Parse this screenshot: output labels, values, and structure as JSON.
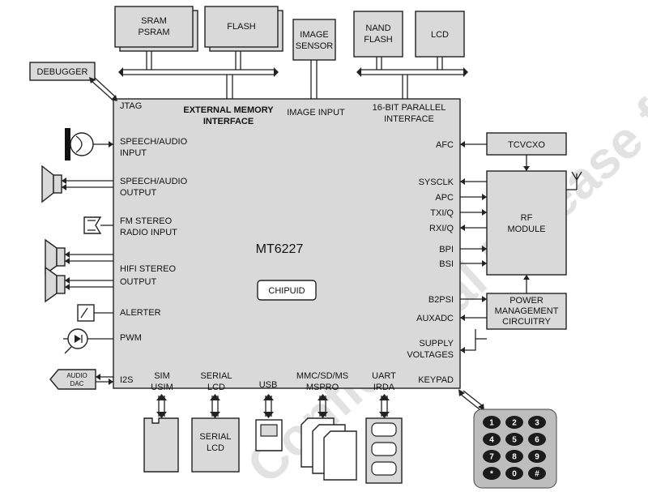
{
  "watermark": "Confidential Release for MI",
  "chip": {
    "name": "MT6227",
    "chip_id": "CHIPUID"
  },
  "top_interfaces": {
    "jtag": "JTAG",
    "external_memory_1": "EXTERNAL MEMORY",
    "external_memory_2": "INTERFACE",
    "image_input": "IMAGE INPUT",
    "parallel_1": "16-BIT PARALLEL",
    "parallel_2": "INTERFACE"
  },
  "left_pins": {
    "speech_in_1": "SPEECH/AUDIO",
    "speech_in_2": "INPUT",
    "speech_out_1": "SPEECH/AUDIO",
    "speech_out_2": "OUTPUT",
    "fm_1": "FM STEREO",
    "fm_2": "RADIO INPUT",
    "hifi_1": "HIFI STEREO",
    "hifi_2": "OUTPUT",
    "alerter": "ALERTER",
    "pwm": "PWM",
    "i2s": "I2S"
  },
  "right_pins": {
    "afc": "AFC",
    "sysclk": "SYSCLK",
    "apc": "APC",
    "txiq": "TXI/Q",
    "rxiq": "RXI/Q",
    "bpi": "BPI",
    "bsi": "BSI",
    "b2psi": "B2PSI",
    "auxadc": "AUXADC",
    "supply_1": "SUPPLY",
    "supply_2": "VOLTAGES",
    "keypad": "KEYPAD"
  },
  "bottom_pins": {
    "sim_1": "SIM",
    "sim_2": "USIM",
    "serial_lcd_1": "SERIAL",
    "serial_lcd_2": "LCD",
    "usb": "USB",
    "mmc_1": "MMC/SD/MS",
    "mmc_2": "MSPRO",
    "uart_1": "UART",
    "uart_2": "IRDA"
  },
  "peripherals": {
    "sram_1": "SRAM",
    "sram_2": "PSRAM",
    "flash": "FLASH",
    "image_sensor_1": "IMAGE",
    "image_sensor_2": "SENSOR",
    "nand_1": "NAND",
    "nand_2": "FLASH",
    "lcd": "LCD",
    "debugger": "DEBUGGER",
    "tcvcxo": "TCVCXO",
    "rf_1": "RF",
    "rf_2": "MODULE",
    "pm_1": "POWER",
    "pm_2": "MANAGEMENT",
    "pm_3": "CIRCUITRY",
    "audio_dac_1": "AUDIO",
    "audio_dac_2": "DAC",
    "serial_lcd_box_1": "SERIAL",
    "serial_lcd_box_2": "LCD"
  },
  "keypad_keys": [
    "1",
    "2",
    "3",
    "4",
    "5",
    "6",
    "7",
    "8",
    "9",
    "*",
    "0",
    "#"
  ]
}
